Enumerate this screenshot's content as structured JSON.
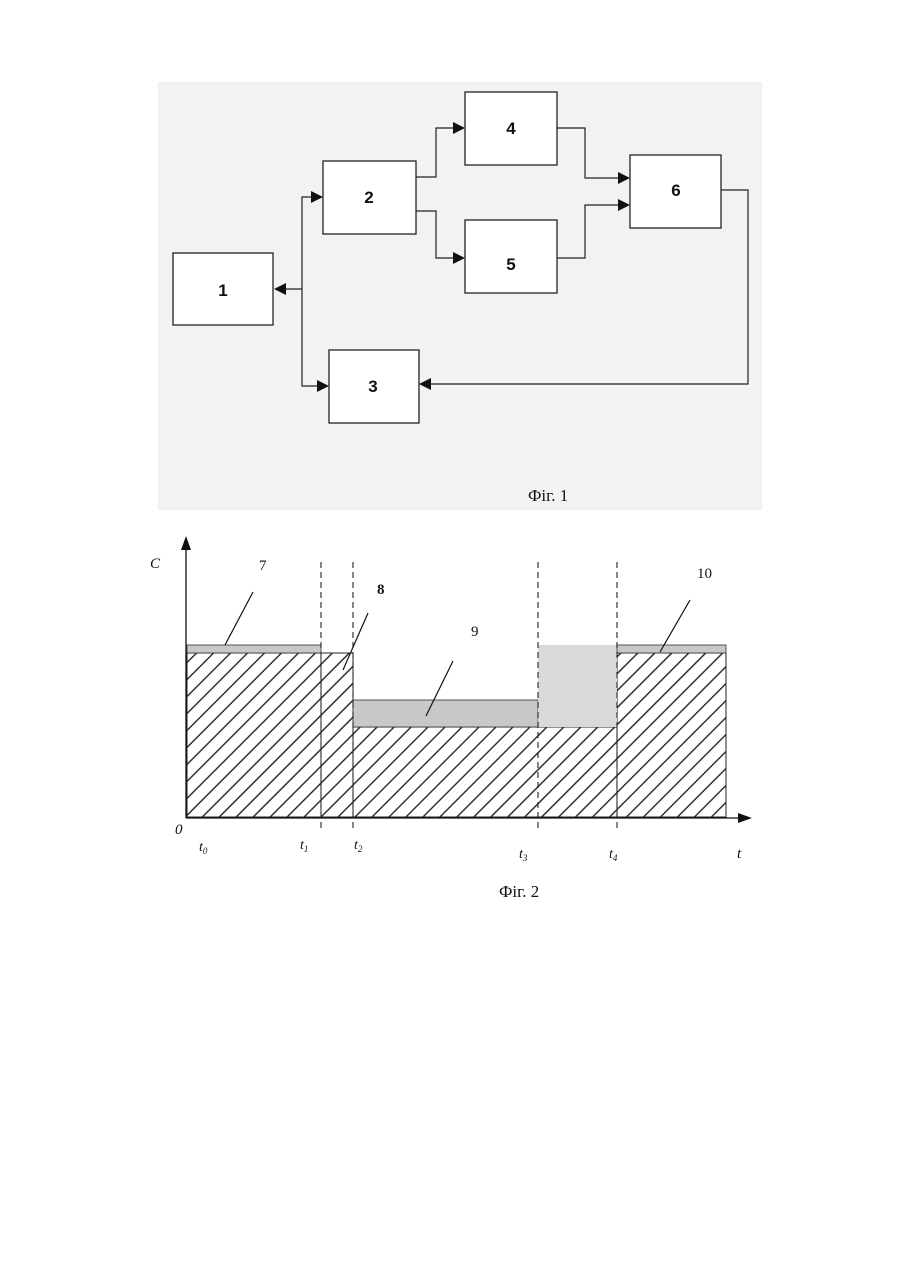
{
  "figure1": {
    "caption": "Фіг. 1",
    "blocks": [
      {
        "id": "1",
        "label": "1"
      },
      {
        "id": "2",
        "label": "2"
      },
      {
        "id": "3",
        "label": "3"
      },
      {
        "id": "4",
        "label": "4"
      },
      {
        "id": "5",
        "label": "5"
      },
      {
        "id": "6",
        "label": "6"
      }
    ],
    "connections": [
      {
        "from": "junction",
        "to": "1"
      },
      {
        "from": "junction",
        "to": "2"
      },
      {
        "from": "junction",
        "to": "3"
      },
      {
        "from": "2",
        "to": "4"
      },
      {
        "from": "2",
        "to": "5"
      },
      {
        "from": "4",
        "to": "6"
      },
      {
        "from": "5",
        "to": "6"
      },
      {
        "from": "6",
        "to": "3"
      }
    ]
  },
  "figure2": {
    "caption": "Фіг. 2",
    "y_axis_label": "C",
    "x_axis_label": "t",
    "origin_label": "0",
    "time_marks": [
      {
        "base": "t",
        "sub": "0"
      },
      {
        "base": "t",
        "sub": "1"
      },
      {
        "base": "t",
        "sub": "2"
      },
      {
        "base": "t",
        "sub": "3"
      },
      {
        "base": "t",
        "sub": "4"
      }
    ],
    "region_labels": [
      "7",
      "8",
      "9",
      "10"
    ]
  }
}
